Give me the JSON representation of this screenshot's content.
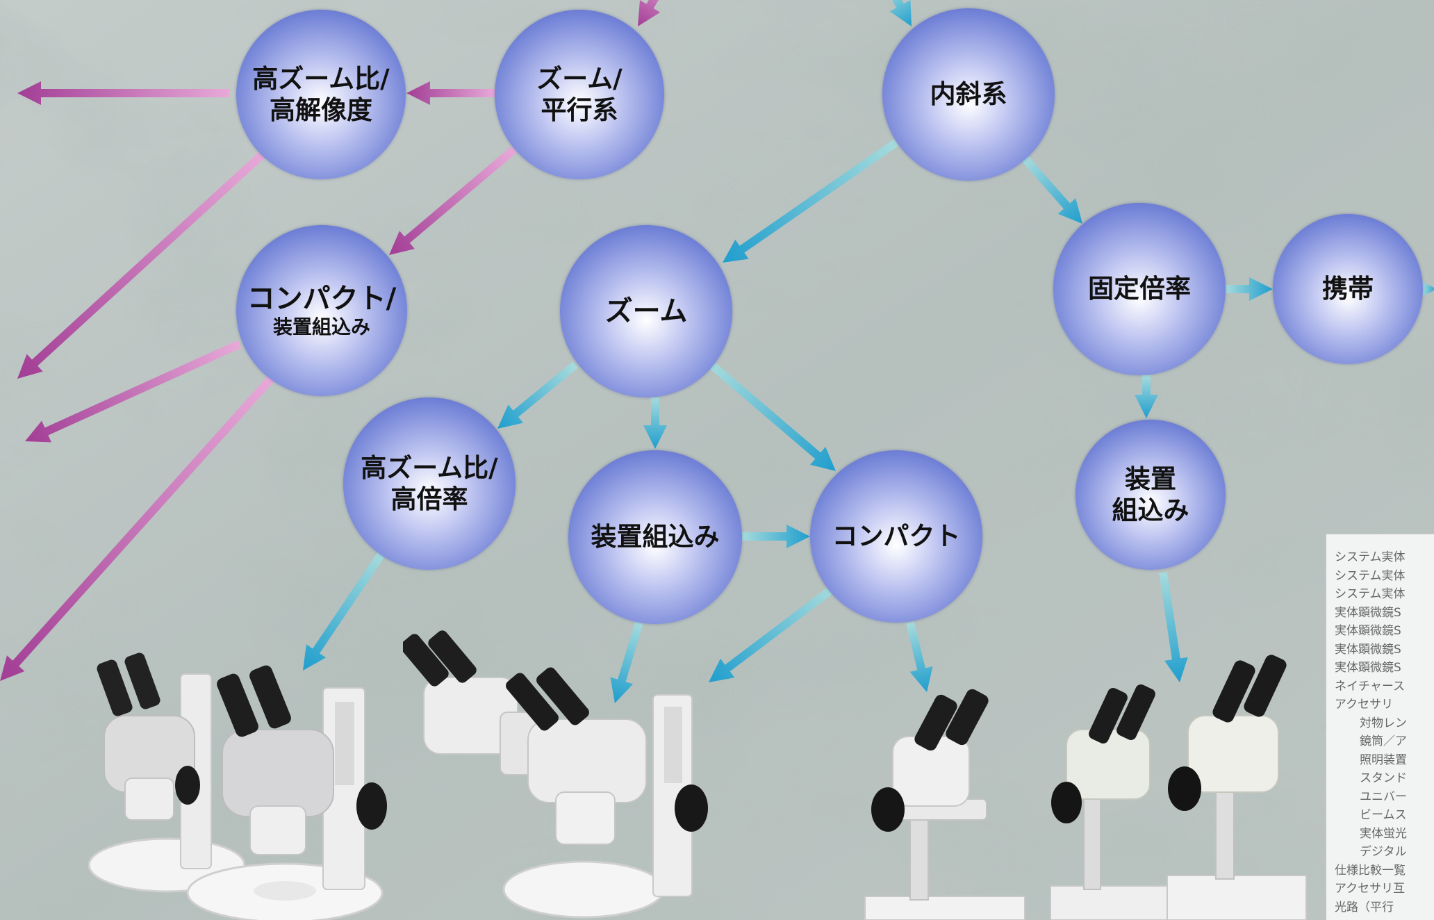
{
  "nodes": {
    "high_zoom_high_res": [
      "高ズーム比/",
      "高解像度"
    ],
    "zoom_parallel": [
      "ズーム/",
      "平行系"
    ],
    "inclined": [
      "内斜系"
    ],
    "compact_embedded": [
      "コンパクト/",
      "装置組込み"
    ],
    "zoom": [
      "ズーム"
    ],
    "fixed_mag": [
      "固定倍率"
    ],
    "portable": [
      "携帯"
    ],
    "high_zoom_high_mag": [
      "高ズーム比/",
      "高倍率"
    ],
    "embedded": [
      "装置組込み"
    ],
    "compact": [
      "コンパクト"
    ],
    "embedded_fixed": [
      "装置",
      "組込み"
    ]
  },
  "toc": [
    "システム実体",
    "システム実体",
    "システム実体",
    "実体顕微鏡S",
    "実体顕微鏡S",
    "実体顕微鏡S",
    "実体顕微鏡S",
    "ネイチャース",
    "アクセサリ",
    "対物レン",
    "鏡筒／ア",
    "照明装置",
    "スタンド",
    "ユニバー",
    "ビームス",
    "実体蛍光",
    "デジタル",
    "仕様比較一覧",
    "アクセサリ互",
    "光路（平行"
  ],
  "colors": {
    "magenta": "#a23d95",
    "magenta_light": "#e7a9d8",
    "cyan": "#1f9ecd",
    "cyan_light": "#a6dbdc",
    "node_edge": "#4055b6",
    "node_center": "#ffffff"
  }
}
